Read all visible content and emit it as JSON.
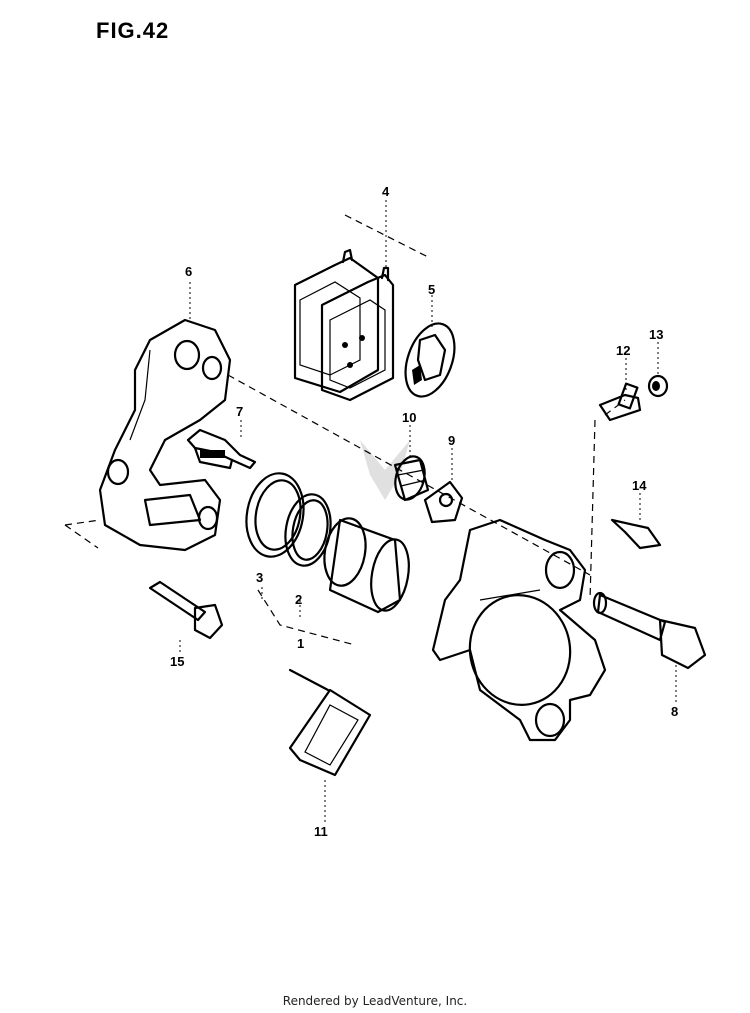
{
  "figure": {
    "title": "FIG.42"
  },
  "callouts": {
    "c1": "1",
    "c2": "2",
    "c3": "3",
    "c4": "4",
    "c5": "5",
    "c6": "6",
    "c7": "7",
    "c8": "8",
    "c9": "9",
    "c10": "10",
    "c11": "11",
    "c12": "12",
    "c13": "13",
    "c14": "14",
    "c15": "15"
  },
  "footer": {
    "text": "Rendered by LeadVenture, Inc."
  }
}
